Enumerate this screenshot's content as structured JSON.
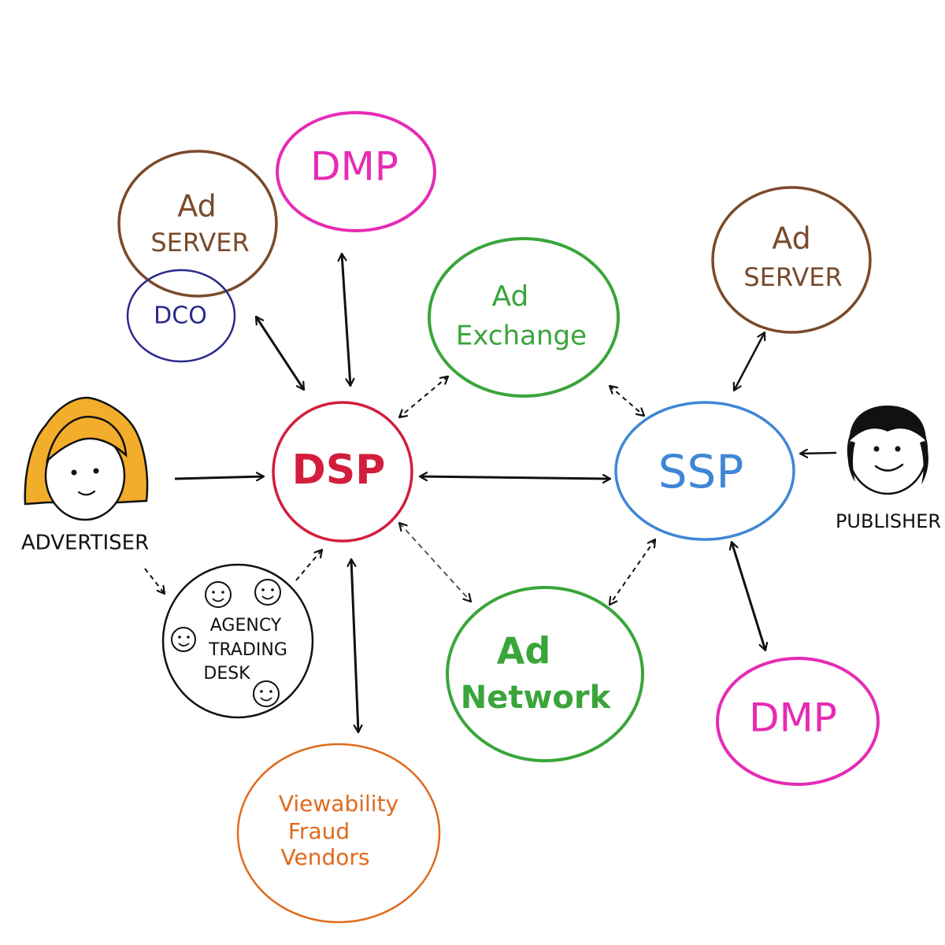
{
  "colors": {
    "dmp": "#e62bb4",
    "ad_server": "#7a4a2a",
    "dco": "#2a2a8a",
    "ad_exchange": "#3aa53a",
    "dsp": "#d21e3c",
    "ssp": "#3f86d6",
    "ad_network": "#3aa53a",
    "vendors": "#e06a1c",
    "ink": "#111111",
    "hair": "#f2ad2a"
  },
  "nodes": {
    "dmp_left": {
      "label": "DMP"
    },
    "ad_server_left": {
      "line1": "Ad",
      "line2": "SERVER"
    },
    "dco": {
      "label": "DCO"
    },
    "ad_exchange": {
      "line1": "Ad",
      "line2": "Exchange"
    },
    "ad_server_right": {
      "line1": "Ad",
      "line2": "SERVER"
    },
    "dsp": {
      "label": "DSP"
    },
    "ssp": {
      "label": "SSP"
    },
    "advertiser": {
      "label": "ADVERTISER",
      "icon": "woman-face-icon"
    },
    "publisher": {
      "label": "PUBLISHER",
      "icon": "man-face-icon"
    },
    "agency": {
      "line1": "AGENCY",
      "line2": "TRADING",
      "line3": "DESK"
    },
    "ad_network": {
      "line1": "Ad",
      "line2": "Network"
    },
    "dmp_right": {
      "label": "DMP"
    },
    "vendors": {
      "line1": "Viewability",
      "line2": "Fraud",
      "line3": "Vendors"
    }
  }
}
